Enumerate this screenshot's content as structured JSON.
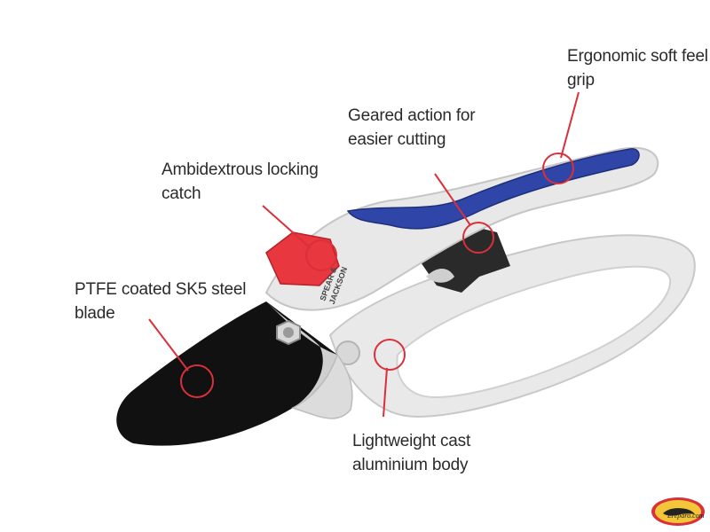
{
  "colors": {
    "callout_red": "#d9303a",
    "grip_blue": "#2f46a8",
    "catch_red": "#e8373f",
    "blade_black": "#111111",
    "body_silver": "#e6e6e6",
    "text": "#2a2a2a"
  },
  "callouts": {
    "grip": {
      "line1": "Ergonomic soft feel",
      "line2": "grip"
    },
    "geared": {
      "line1": "Geared action for",
      "line2": "easier cutting"
    },
    "catch": {
      "line1": "Ambidextrous locking",
      "line2": "catch"
    },
    "blade": {
      "line1": "PTFE coated SK5 steel",
      "line2": "blade"
    },
    "body": {
      "line1": "Lightweight cast",
      "line2": "aluminium body"
    }
  },
  "product": {
    "brand_line1": "SPEAR &",
    "brand_line2": "JACKSON"
  },
  "watermark": {
    "text": "Ereparo.com"
  }
}
